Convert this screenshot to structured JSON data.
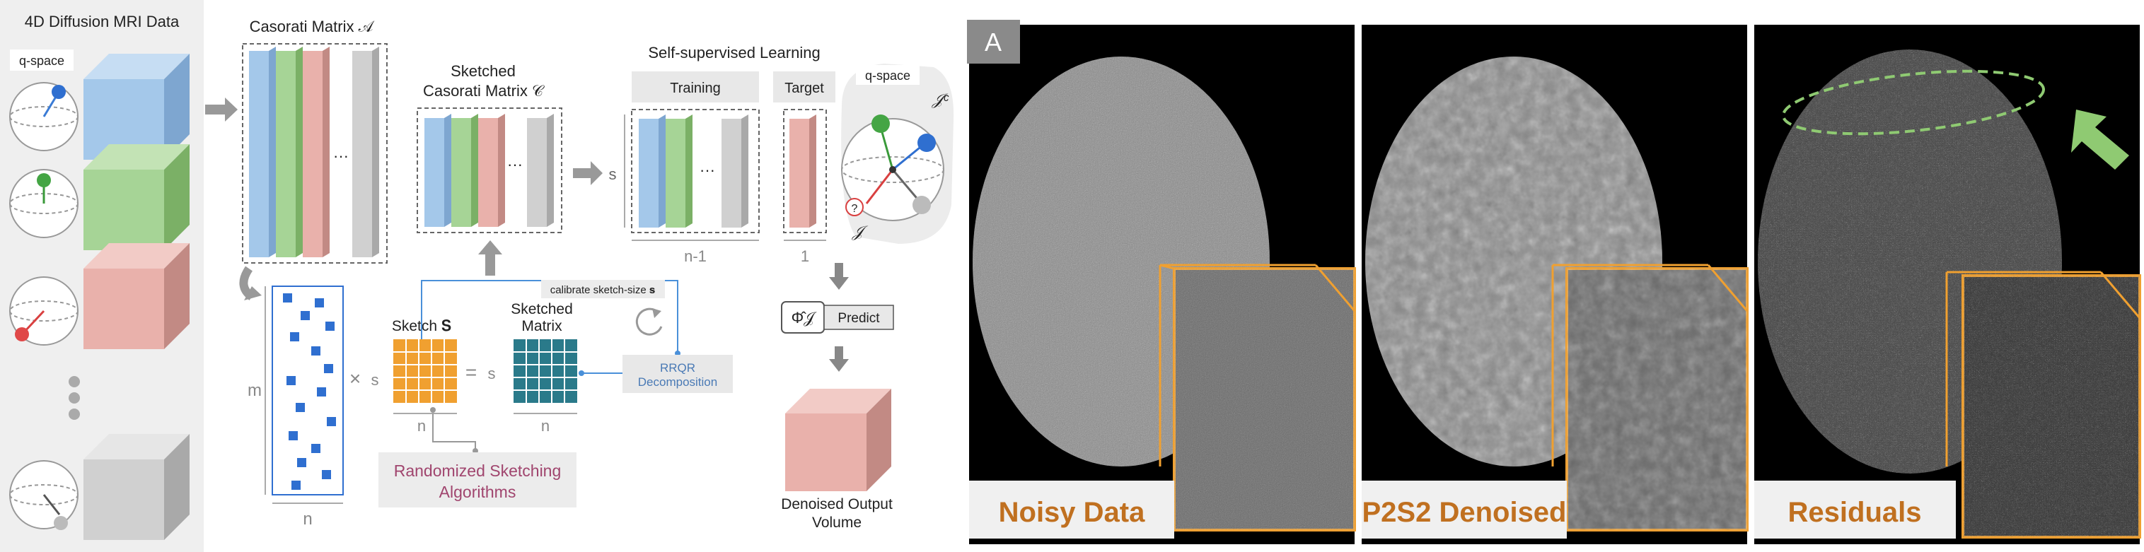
{
  "left": {
    "mri_title": "4D Diffusion MRI Data",
    "qspace_label": "q-space",
    "casorati_title": "Casorati Matrix 𝒜",
    "sketched_title_line1": "Sketched",
    "sketched_title_line2": "Casorati Matrix 𝒞",
    "s_label": "s",
    "self_supervised_title": "Self-supervised Learning",
    "training_label": "Training",
    "target_label": "Target",
    "n_minus_1": "n-1",
    "one": "1",
    "qspace_label2": "q-space",
    "j_complement": "𝒥ᶜ",
    "j_label": "𝒥",
    "question_mark": "?",
    "phi_label": "Φ̂𝒥",
    "predict_label": "Predict",
    "denoised_line1": "Denoised Output",
    "denoised_line2": "Volume",
    "m_label": "m",
    "n_label": "n",
    "times": "×",
    "equals": "=",
    "sketch_label": "Sketch 𝐒",
    "sketched_matrix_line1": "Sketched",
    "sketched_matrix_line2": "Matrix",
    "calibrate_label": "calibrate sketch-size 𝐬",
    "rrqr_line1": "RRQR",
    "rrqr_line2": "Decomposition",
    "rand_line1": "Randomized Sketching",
    "rand_line2": "Algorithms",
    "ellipsis": "···"
  },
  "right": {
    "panel_letter": "A",
    "captions": [
      "Noisy Data",
      "P2S2 Denoised",
      "Residuals"
    ]
  },
  "colors": {
    "blue": "#a4c8ea",
    "green": "#a6d496",
    "red": "#e9b1ab",
    "gray": "#d0d0d0",
    "orange_outline": "#f0a030",
    "caption_text": "#c07020",
    "rrqr_text": "#4a7ab5",
    "rand_text": "#a0456e",
    "panel_gray": "#f0f0f0",
    "arrow_green": "#8fca72"
  }
}
